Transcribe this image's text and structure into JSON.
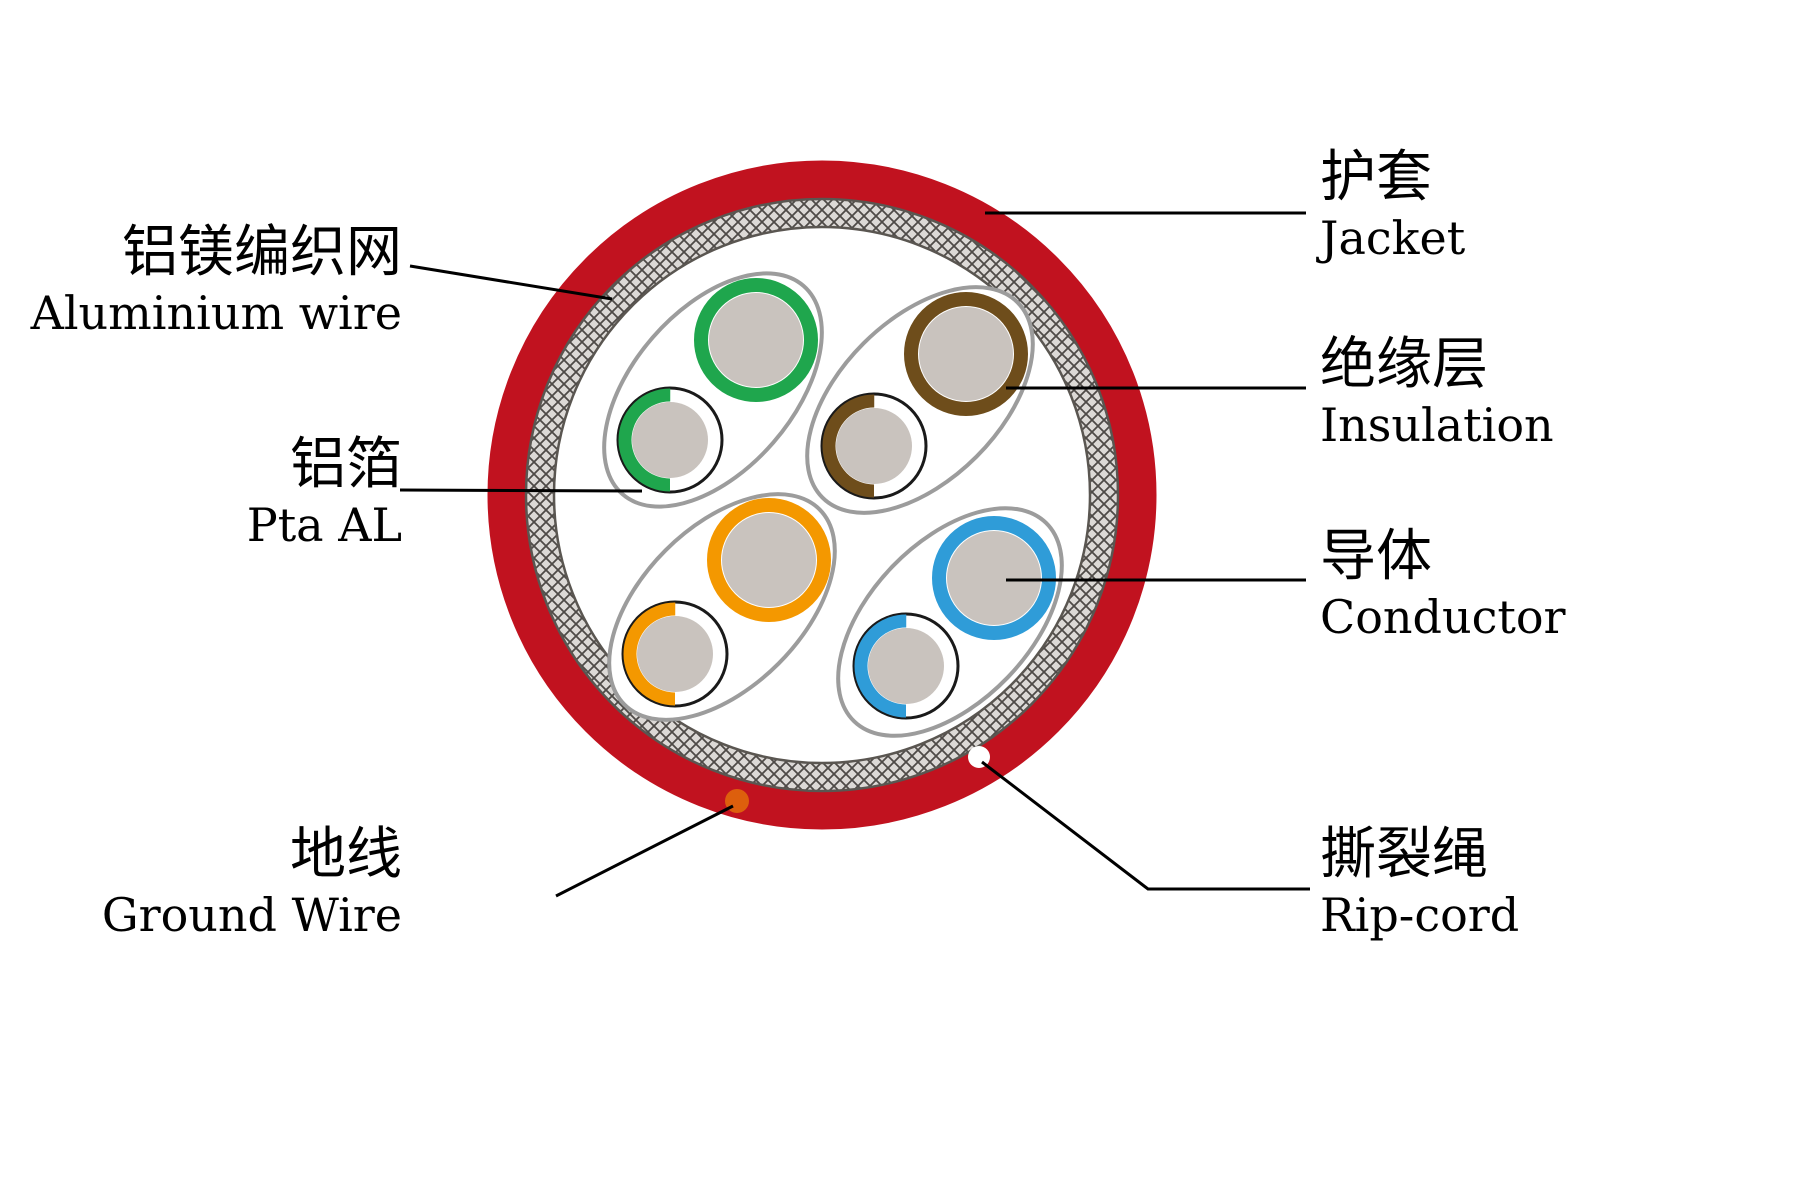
{
  "diagram": {
    "name": "shielded cable cross-section",
    "colors": {
      "background": "#FFFFFF",
      "jacket_red": "#C1121F",
      "braid_base": "#DCD9D6",
      "braid_line": "#4E4A47",
      "braid_edge": "#5A5651",
      "inner_white": "#FFFFFF",
      "foil_outline": "#9C9C9C",
      "conductor_gray": "#C9C3BE",
      "pair_green": "#1FA64D",
      "pair_brown": "#6E4D1B",
      "pair_orange": "#F49800",
      "pair_blue": "#2F9CD8",
      "stripe_outline": "#1A1A1A",
      "ground_dot": "#DD5F0D",
      "ripcord_dot": "#FFFFFF",
      "leader_line": "#000000"
    },
    "labels": {
      "jacket": {
        "zh": "护套",
        "en": "Jacket"
      },
      "aluminium": {
        "zh": "铝镁编织网",
        "en": "Aluminium wire"
      },
      "foil": {
        "zh": "铝箔",
        "en": "Pta AL"
      },
      "insulation": {
        "zh": "绝缘层",
        "en": "Insulation"
      },
      "conductor": {
        "zh": "导体",
        "en": "Conductor"
      },
      "ground": {
        "zh": "地线",
        "en": "Ground Wire"
      },
      "ripcord": {
        "zh": "撕裂绳",
        "en": "Rip-cord"
      }
    }
  }
}
